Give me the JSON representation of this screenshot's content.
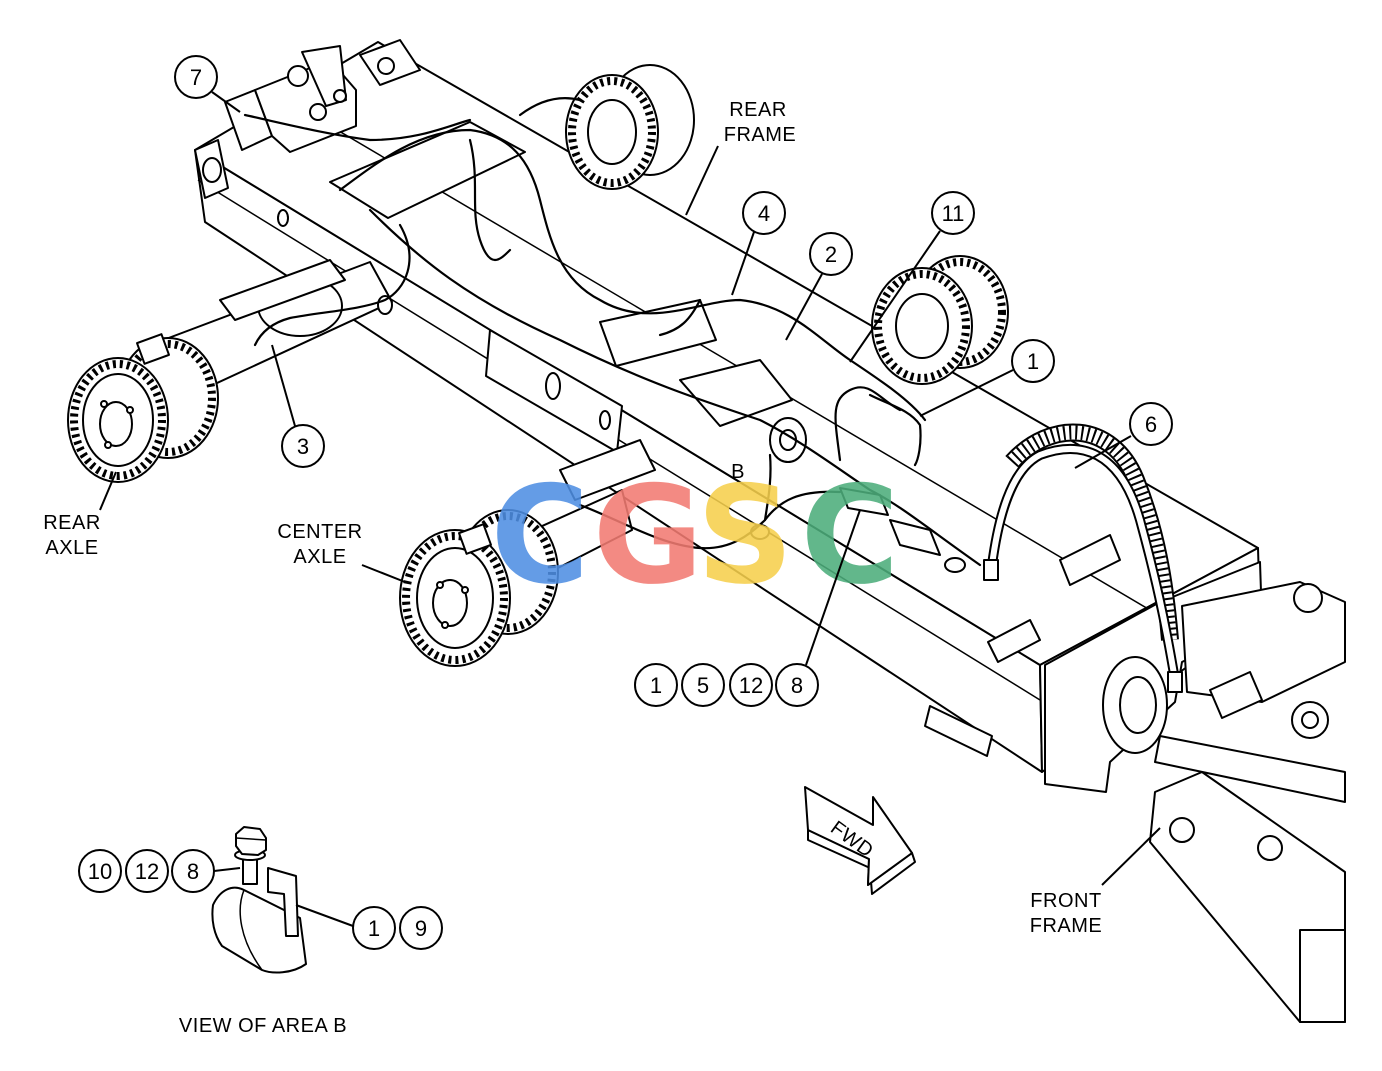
{
  "labels": {
    "rear_frame": [
      "REAR",
      "FRAME"
    ],
    "rear_axle": [
      "REAR",
      "AXLE"
    ],
    "center_axle": [
      "CENTER",
      "AXLE"
    ],
    "front_frame": [
      "FRONT",
      "FRAME"
    ],
    "view_caption": "VIEW OF AREA B",
    "area_marker": "B",
    "direction_arrow": "FWD"
  },
  "callouts": [
    "7",
    "4",
    "2",
    "11",
    "1",
    "6",
    "3"
  ],
  "area_b_callouts": [
    "1",
    "5",
    "12",
    "8"
  ],
  "view_b_callouts": [
    "10",
    "12",
    "8",
    "1",
    "9"
  ],
  "watermark": {
    "letters": [
      "C",
      "G",
      "S",
      "C"
    ],
    "colors": [
      "#4f8fe3",
      "#f27b72",
      "#f6d04d",
      "#4dae7c"
    ]
  },
  "colors": {
    "line": "#000000",
    "background": "#ffffff"
  }
}
